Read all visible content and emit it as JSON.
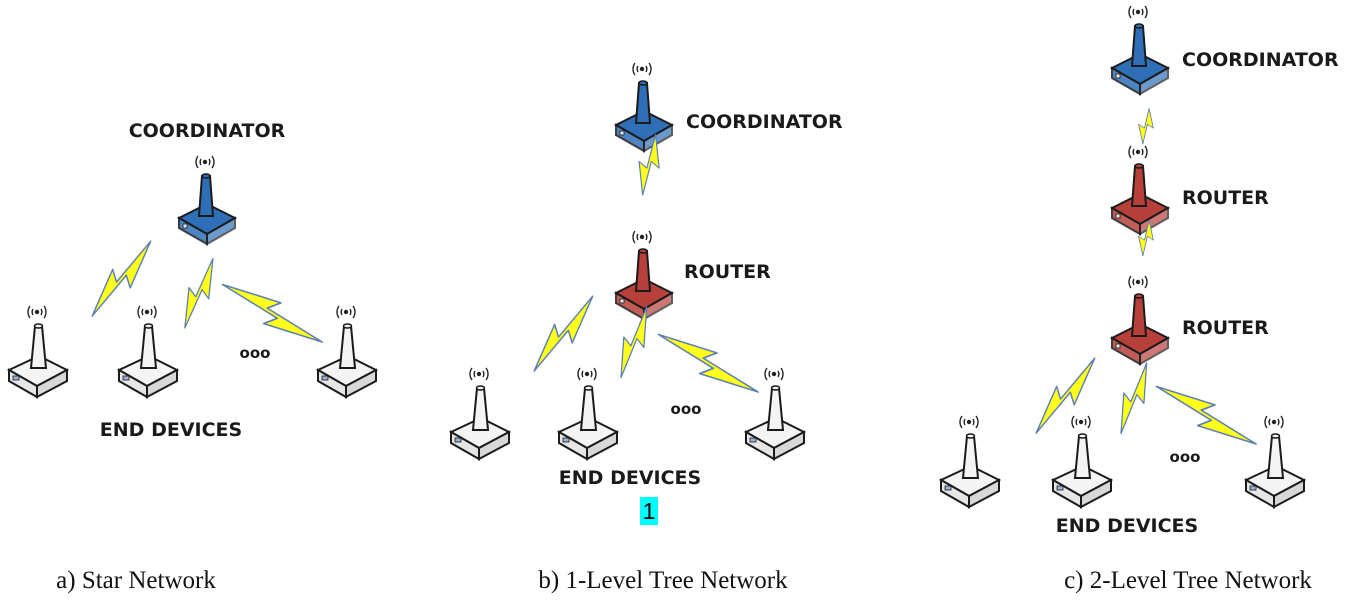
{
  "panels": [
    {
      "caption": "a) Star Network",
      "coordinator_label": "COORDINATOR",
      "end_devices_label": "END DEVICES",
      "ellipsis": "ooo"
    },
    {
      "caption": "b) 1-Level Tree Network",
      "coordinator_label": "COORDINATOR",
      "router_label": "ROUTER",
      "end_devices_label": "END DEVICES",
      "ellipsis": "ooo",
      "marker": "1"
    },
    {
      "caption": "c) 2-Level Tree Network",
      "coordinator_label": "COORDINATOR",
      "router_labels": [
        "ROUTER",
        "ROUTER"
      ],
      "end_devices_label": "END DEVICES",
      "ellipsis": "ooo"
    }
  ],
  "colors": {
    "coordinator": "#2f6fb8",
    "router": "#b8403a",
    "end_device": "#f1f1f1",
    "link": "#ffff1a",
    "marker_highlight": "#00ffff"
  },
  "icons": [
    "wireless-signal-icon",
    "lightning-link-icon"
  ]
}
